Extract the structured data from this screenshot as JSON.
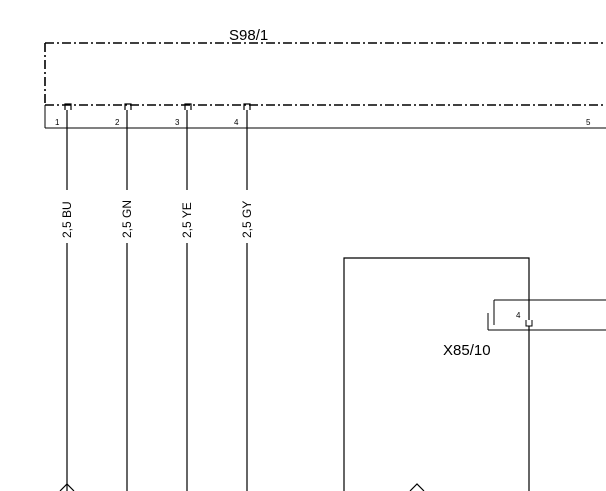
{
  "component": {
    "name": "S98/1",
    "pins": [
      "1",
      "2",
      "3",
      "4",
      "5"
    ]
  },
  "wires": [
    {
      "label": "2,5 BU"
    },
    {
      "label": "2,5 GN"
    },
    {
      "label": "2,5 YE"
    },
    {
      "label": "2,5 GY"
    }
  ],
  "connector": {
    "name": "X85/10",
    "pin": "4",
    "color": "#1a1aff"
  },
  "colors": {
    "line": "#000000",
    "background": "#ffffff"
  }
}
